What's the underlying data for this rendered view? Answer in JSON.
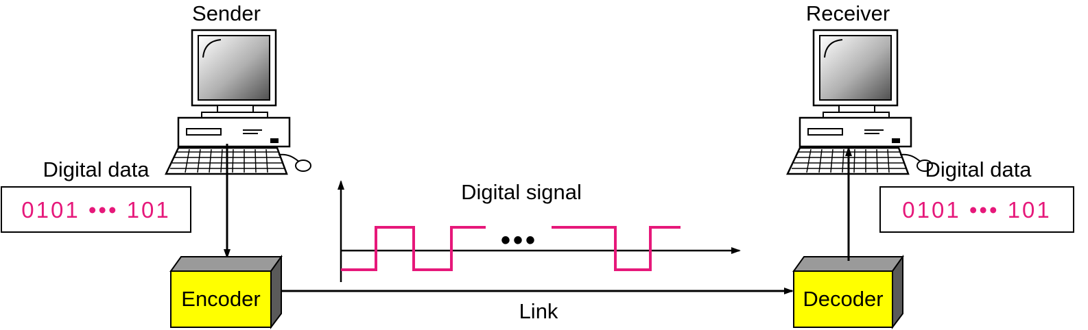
{
  "sender": {
    "title": "Sender"
  },
  "receiver": {
    "title": "Receiver"
  },
  "left_data": {
    "label": "Digital data",
    "bits": "0101 ••• 101"
  },
  "right_data": {
    "label": "Digital data",
    "bits": "0101 ••• 101"
  },
  "encoder": {
    "label": "Encoder"
  },
  "decoder": {
    "label": "Decoder"
  },
  "link": {
    "label": "Link"
  },
  "signal": {
    "label": "Digital signal",
    "ellipsis": "•••"
  },
  "colors": {
    "box_fill": "#ffff00",
    "signal": "#e6187a",
    "bits": "#e6187a",
    "line": "#000000"
  }
}
